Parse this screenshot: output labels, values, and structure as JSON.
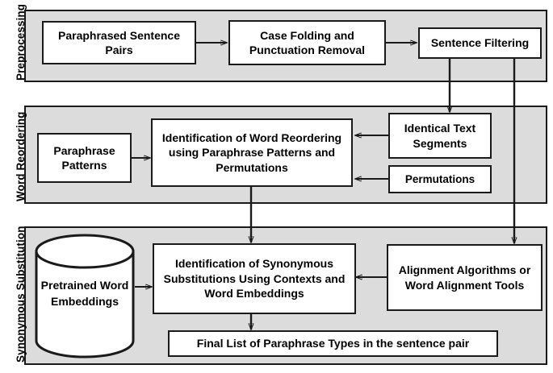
{
  "figure": {
    "type": "flowchart",
    "orientation": "top-to-bottom",
    "background": "#ffffff",
    "stage_fill": "#dcdcdc",
    "box_fill": "#ffffff",
    "stroke": "#1a1a1a"
  },
  "stages": [
    {
      "id": "preprocessing",
      "label": "Preprocessing"
    },
    {
      "id": "word-reordering",
      "label": "Word Reordering"
    },
    {
      "id": "synonymous-substitution",
      "label": "Synonymous Substitution"
    }
  ],
  "nodes": {
    "paraphrased_sentence_pairs": "Paraphrased Sentence Pairs",
    "case_folding": "Case Folding and Punctuation Removal",
    "sentence_filtering": "Sentence Filtering",
    "paraphrase_patterns": "Paraphrase Patterns",
    "word_reordering_identification": "Identification of Word Reordering using Paraphrase Patterns and Permutations",
    "identical_text_segments": "Identical Text Segments",
    "permutations": "Permutations",
    "pretrained_word_embeddings": "Pretrained Word Embeddings",
    "synonymous_identification": "Identification of Synonymous Substitutions Using Contexts and Word Embeddings",
    "alignment_algorithms": "Alignment Algorithms or Word Alignment Tools",
    "final_list": "Final List of Paraphrase Types in the sentence pair"
  },
  "edges": [
    {
      "from": "paraphrased_sentence_pairs",
      "to": "case_folding",
      "direction": "right"
    },
    {
      "from": "case_folding",
      "to": "sentence_filtering",
      "direction": "right"
    },
    {
      "from": "sentence_filtering",
      "to": "identical_text_segments",
      "direction": "down"
    },
    {
      "from": "sentence_filtering",
      "to": "alignment_algorithms",
      "direction": "down"
    },
    {
      "from": "paraphrase_patterns",
      "to": "word_reordering_identification",
      "direction": "right"
    },
    {
      "from": "identical_text_segments",
      "to": "word_reordering_identification",
      "direction": "left"
    },
    {
      "from": "permutations",
      "to": "word_reordering_identification",
      "direction": "left"
    },
    {
      "from": "word_reordering_identification",
      "to": "synonymous_identification",
      "direction": "down"
    },
    {
      "from": "pretrained_word_embeddings",
      "to": "synonymous_identification",
      "direction": "right"
    },
    {
      "from": "alignment_algorithms",
      "to": "synonymous_identification",
      "direction": "left"
    },
    {
      "from": "synonymous_identification",
      "to": "final_list",
      "direction": "down"
    }
  ]
}
